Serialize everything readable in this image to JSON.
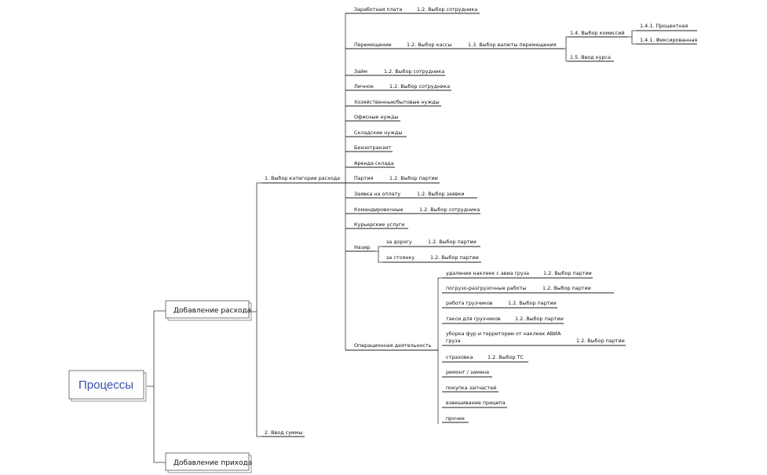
{
  "root": "Процессы",
  "branches": {
    "expense": "Добавление расхода",
    "income": "Добавление прихода"
  },
  "expense_steps": {
    "category": "1. Выбор категории расхода",
    "amount": "2. Ввод суммы"
  },
  "categories": {
    "salary": "Заработная плата",
    "transfer": "Перемещение",
    "loan": "Займ",
    "personal": "Личное",
    "household": "Хозяйственные/бытовые нужды",
    "office": "Офисные нужды",
    "warehouse": "Складские нужды",
    "fuel": "Бензотранзит",
    "rent": "Аренда склада",
    "batch": "Партия",
    "request": "Заявка на оплату",
    "business_trip": "Командировочные",
    "courier": "Курьерские услуги",
    "nazir": "Назир",
    "operations": "Операционная деятельность"
  },
  "sub": {
    "select_employee": "1.2. Выбор сотрудника",
    "select_cashbox": "1.2. Выбор кассы",
    "select_currency": "1.3. Выбор валюты перемещения",
    "select_commission": "1.4. Выбор комиссий",
    "percent": "1.4.1. Процентная",
    "fixed": "1.4.1. Фиксированная",
    "rate_input": "1.5. Ввод курса",
    "select_batch": "1.2. Выбор партии",
    "select_request": "1.2. Выбор заявки",
    "select_vehicle": "1.2. Выбор ТС"
  },
  "nazir_items": {
    "road": "за дорогу",
    "parking": "за стоянку"
  },
  "operations_items": {
    "sticker_removal": "удаление наклеек с авиа груза",
    "loading": "погрузо-разгрузочные работы",
    "loaders_work": "работа грузчиков",
    "loaders_taxi": "такси для грузчиков",
    "cleaning_line1": "уборка фур и территории от наклеек АВИА",
    "cleaning_line2": "груза",
    "insurance": "страховка",
    "repair": "ремонт / замена",
    "parts": "покупка запчастей",
    "weighing": "взвешивание прицепа",
    "other": "прочее"
  }
}
